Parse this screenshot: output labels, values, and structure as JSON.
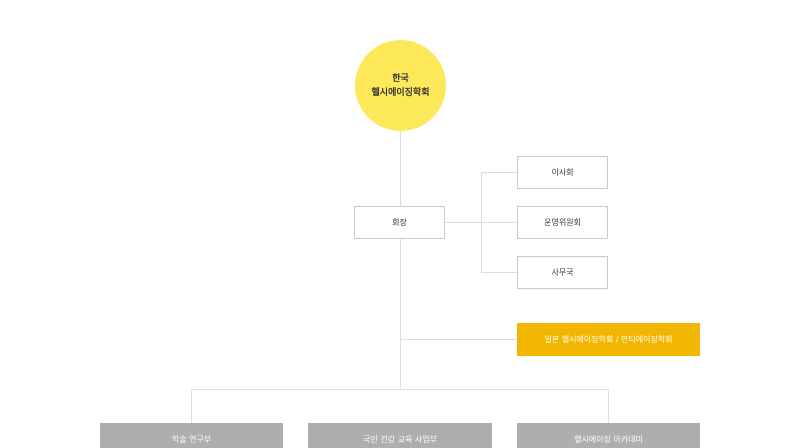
{
  "colors": {
    "root_fill": "#fde85a",
    "highlight_fill": "#f1b700",
    "department_fill": "#aeaeae",
    "connector": "#dcdcdc",
    "box_border": "#c9c9c9"
  },
  "org_chart": {
    "root": {
      "line1": "한국",
      "line2": "헬시에이징학회"
    },
    "president": {
      "label": "회장"
    },
    "committees": [
      {
        "label": "이사회"
      },
      {
        "label": "운영위원회"
      },
      {
        "label": "사무국"
      }
    ],
    "affiliate": {
      "label": "일본 헬시에이징학회 / 안티에이징학회"
    },
    "departments": [
      {
        "label": "학술 연구부"
      },
      {
        "label": "국민 건강 교육 사업부"
      },
      {
        "label": "헬시에이징 아카데미"
      }
    ]
  }
}
